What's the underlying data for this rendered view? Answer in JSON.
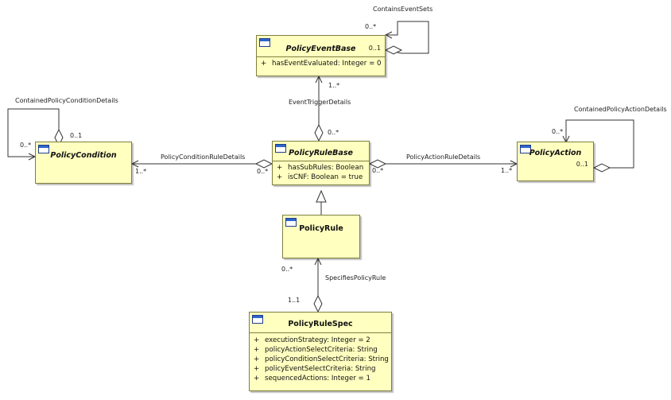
{
  "classes": {
    "policy_event_base": {
      "name": "PolicyEventBase",
      "multiplicity": "0..1",
      "attributes": [
        {
          "vis": "+",
          "text": "hasEventEvaluated: Integer = 0"
        }
      ]
    },
    "policy_condition": {
      "name": "PolicyCondition"
    },
    "policy_rule_base": {
      "name": "PolicyRuleBase",
      "attributes": [
        {
          "vis": "+",
          "text": "hasSubRules: Boolean"
        },
        {
          "vis": "+",
          "text": "isCNF: Boolean = true"
        }
      ]
    },
    "policy_action": {
      "name": "PolicyAction",
      "multiplicity": "0..1"
    },
    "policy_rule": {
      "name": "PolicyRule"
    },
    "policy_rule_spec": {
      "name": "PolicyRuleSpec",
      "attributes": [
        {
          "vis": "+",
          "text": "executionStrategy: Integer = 2"
        },
        {
          "vis": "+",
          "text": "policyActionSelectCriteria: String"
        },
        {
          "vis": "+",
          "text": "policyConditionSelectCriteria: String"
        },
        {
          "vis": "+",
          "text": "policyEventSelectCriteria: String"
        },
        {
          "vis": "+",
          "text": "sequencedActions: Integer = 1"
        }
      ]
    }
  },
  "associations": {
    "contains_event_sets": {
      "name": "ContainsEventSets",
      "mult_source": "0..*"
    },
    "event_trigger_details": {
      "name": "EventTriggerDetails",
      "mult_top": "1..*",
      "mult_bottom": "0..*"
    },
    "contained_policy_condition_details": {
      "name": "ContainedPolicyConditionDetails",
      "mult_left": "0..*",
      "mult_right": "0..1"
    },
    "policy_condition_rule_details": {
      "name": "PolicyConditionRuleDetails",
      "mult_left": "1..*",
      "mult_right": "0..*"
    },
    "policy_action_rule_details": {
      "name": "PolicyActionRuleDetails",
      "mult_left": "0..*",
      "mult_right": "1..*"
    },
    "contained_policy_action_details": {
      "name": "ContainedPolicyActionDetails",
      "mult_top": "0..*"
    },
    "specifies_policy_rule": {
      "name": "SpecifiesPolicyRule",
      "mult_top": "0..*",
      "mult_bottom": "1..1"
    }
  }
}
